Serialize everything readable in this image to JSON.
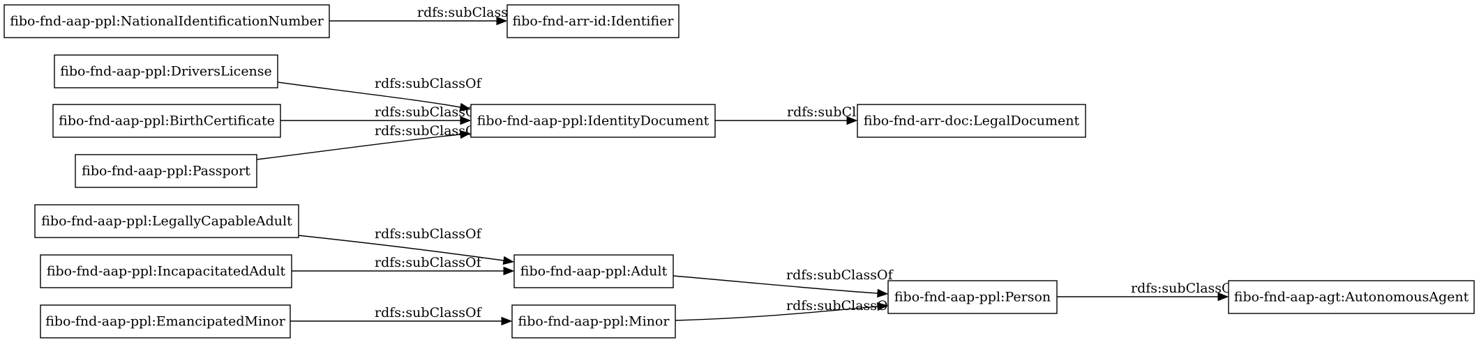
{
  "nodes": {
    "national_id": "fibo-fnd-aap-ppl:NationalIdentificationNumber",
    "identifier": "fibo-fnd-arr-id:Identifier",
    "drivers_license": "fibo-fnd-aap-ppl:DriversLicense",
    "birth_certificate": "fibo-fnd-aap-ppl:BirthCertificate",
    "passport": "fibo-fnd-aap-ppl:Passport",
    "identity_document": "fibo-fnd-aap-ppl:IdentityDocument",
    "legal_document": "fibo-fnd-arr-doc:LegalDocument",
    "legally_capable_adult": "fibo-fnd-aap-ppl:LegallyCapableAdult",
    "incapacitated_adult": "fibo-fnd-aap-ppl:IncapacitatedAdult",
    "emancipated_minor": "fibo-fnd-aap-ppl:EmancipatedMinor",
    "adult": "fibo-fnd-aap-ppl:Adult",
    "minor": "fibo-fnd-aap-ppl:Minor",
    "person": "fibo-fnd-aap-ppl:Person",
    "autonomous_agent": "fibo-fnd-aap-agt:AutonomousAgent"
  },
  "edges": [
    {
      "from": "national_id",
      "to": "identifier",
      "label": "rdfs:subClassOf"
    },
    {
      "from": "drivers_license",
      "to": "identity_document",
      "label": "rdfs:subClassOf"
    },
    {
      "from": "birth_certificate",
      "to": "identity_document",
      "label": "rdfs:subClassOf"
    },
    {
      "from": "passport",
      "to": "identity_document",
      "label": "rdfs:subClassOf"
    },
    {
      "from": "identity_document",
      "to": "legal_document",
      "label": "rdfs:subClassOf"
    },
    {
      "from": "legally_capable_adult",
      "to": "adult",
      "label": "rdfs:subClassOf"
    },
    {
      "from": "incapacitated_adult",
      "to": "adult",
      "label": "rdfs:subClassOf"
    },
    {
      "from": "emancipated_minor",
      "to": "minor",
      "label": "rdfs:subClassOf"
    },
    {
      "from": "adult",
      "to": "person",
      "label": "rdfs:subClassOf"
    },
    {
      "from": "minor",
      "to": "person",
      "label": "rdfs:subClassOf"
    },
    {
      "from": "person",
      "to": "autonomous_agent",
      "label": "rdfs:subClassOf"
    }
  ]
}
